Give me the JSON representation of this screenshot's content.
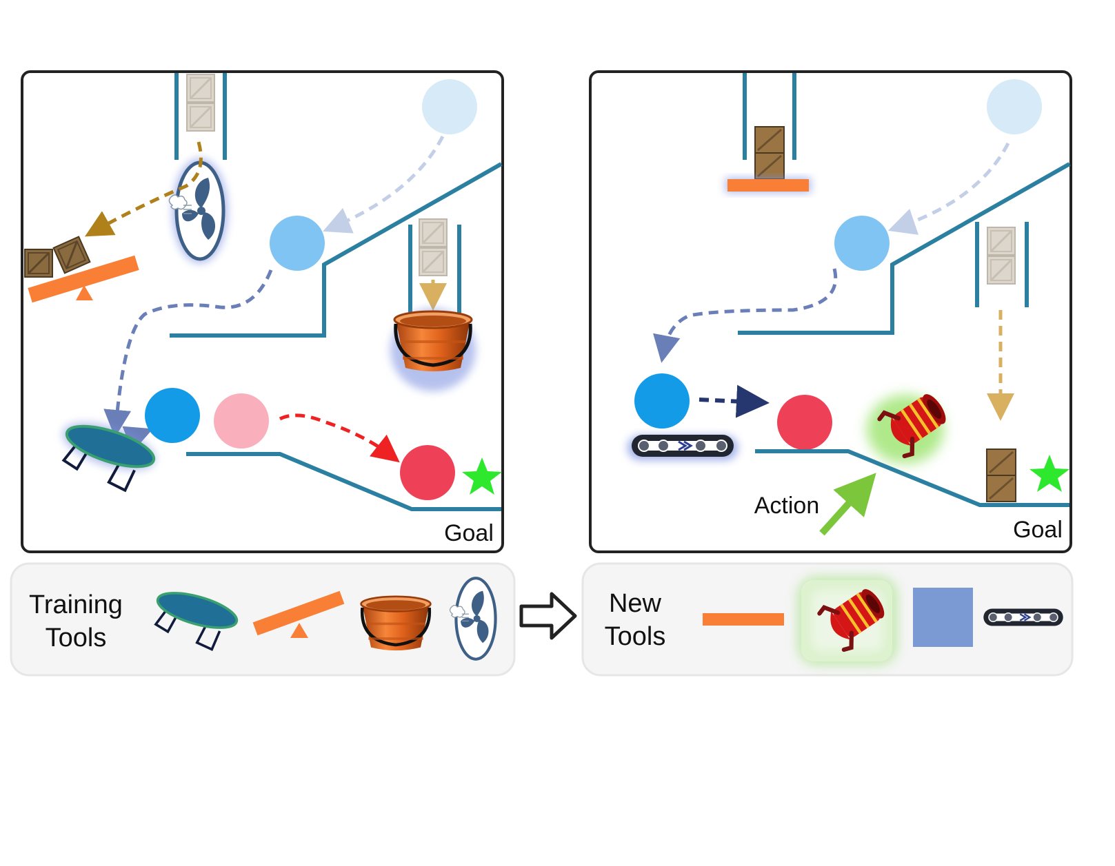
{
  "left_scene": {
    "goal_label": "Goal"
  },
  "right_scene": {
    "goal_label": "Goal",
    "action_label": "Action"
  },
  "training_tools": {
    "label_line1": "Training",
    "label_line2": "Tools",
    "items": [
      "trampoline-icon",
      "seesaw-icon",
      "bucket-icon",
      "fan-icon"
    ]
  },
  "new_tools": {
    "label_line1": "New",
    "label_line2": "Tools",
    "items": [
      "orange-bar-icon",
      "cannon-icon",
      "blue-square-icon",
      "conveyor-icon"
    ]
  },
  "colors": {
    "wall": "#2b7fa0",
    "ball_light": "#d6eaf8",
    "ball_mid": "#7fc4f2",
    "ball_blue": "#139be8",
    "ball_pink": "#f9b0bc",
    "ball_red": "#ee4057",
    "star": "#2ee82e",
    "orange": "#f97f36",
    "crate_light": "#ddd6cc",
    "crate_dark": "#8a6a3f",
    "arrow_path": "#6a7fb8",
    "arrow_light": "#c3cfe6",
    "arrow_red": "#ee2222",
    "arrow_gold": "#b0801a",
    "arrow_tan": "#d8b060",
    "arrow_navy": "#26376f",
    "action_arrow": "#7cc63b",
    "panel_bg": "#f5f5f5"
  }
}
